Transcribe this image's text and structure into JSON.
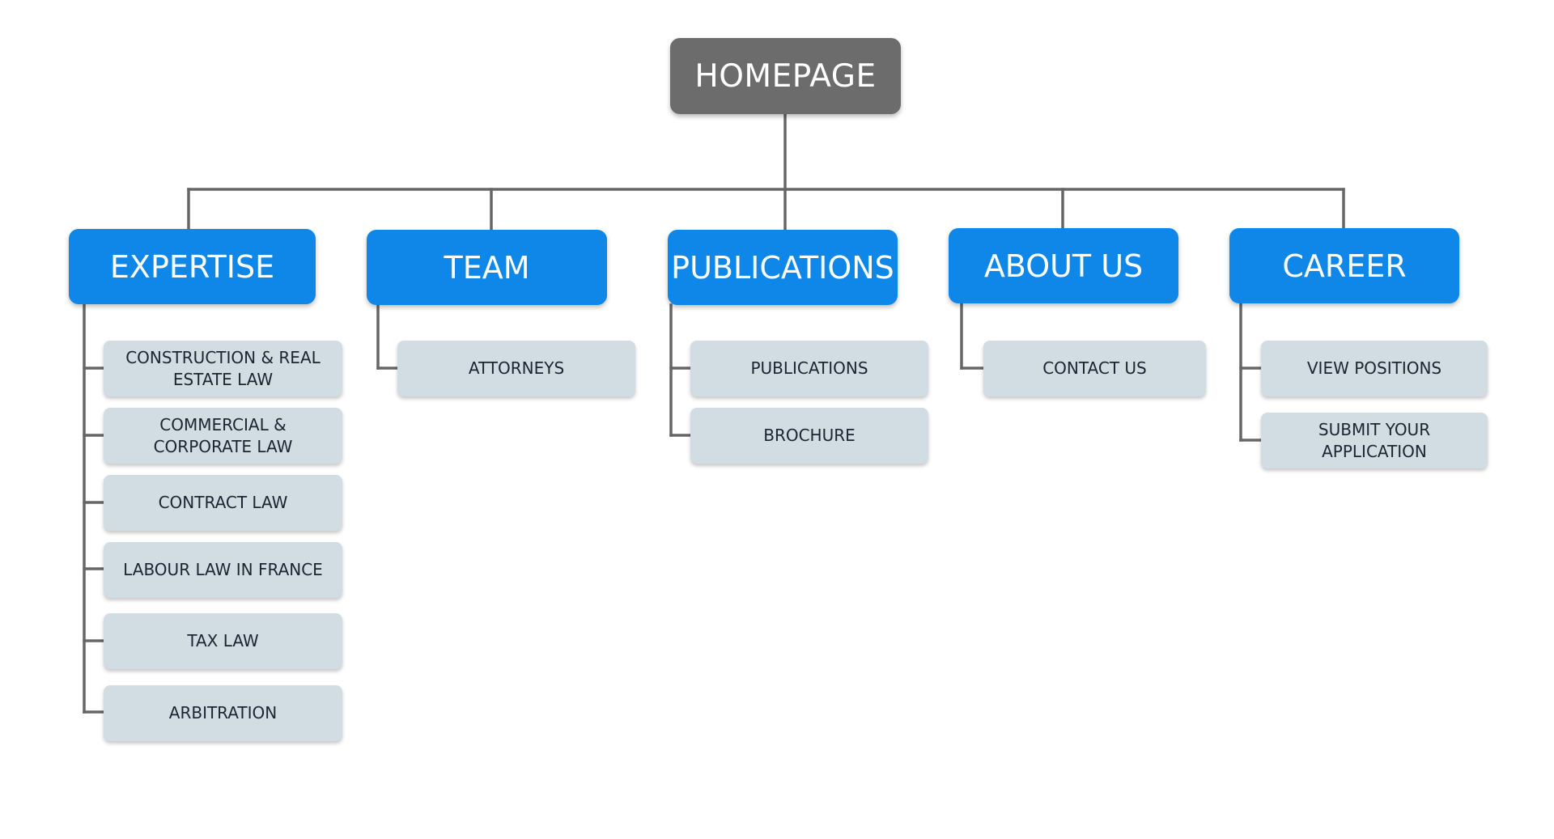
{
  "colors": {
    "root_fill": "#6c6c6c",
    "section_fill": "#0e87e8",
    "leaf_fill": "#d1dce3",
    "connector": "#666666"
  },
  "homepage": {
    "label": "HOMEPAGE"
  },
  "sections": [
    {
      "label": "EXPERTISE",
      "children": [
        "CONSTRUCTION & REAL ESTATE LAW",
        "COMMERCIAL & CORPORATE LAW",
        "CONTRACT LAW",
        "LABOUR LAW IN FRANCE",
        "TAX LAW",
        "ARBITRATION"
      ]
    },
    {
      "label": "TEAM",
      "children": [
        "ATTORNEYS"
      ]
    },
    {
      "label": "PUBLICATIONS",
      "children": [
        "PUBLICATIONS",
        "BROCHURE"
      ]
    },
    {
      "label": "ABOUT US",
      "children": [
        "CONTACT US"
      ]
    },
    {
      "label": "CAREER",
      "children": [
        "VIEW POSITIONS",
        "SUBMIT YOUR APPLICATION"
      ]
    }
  ]
}
